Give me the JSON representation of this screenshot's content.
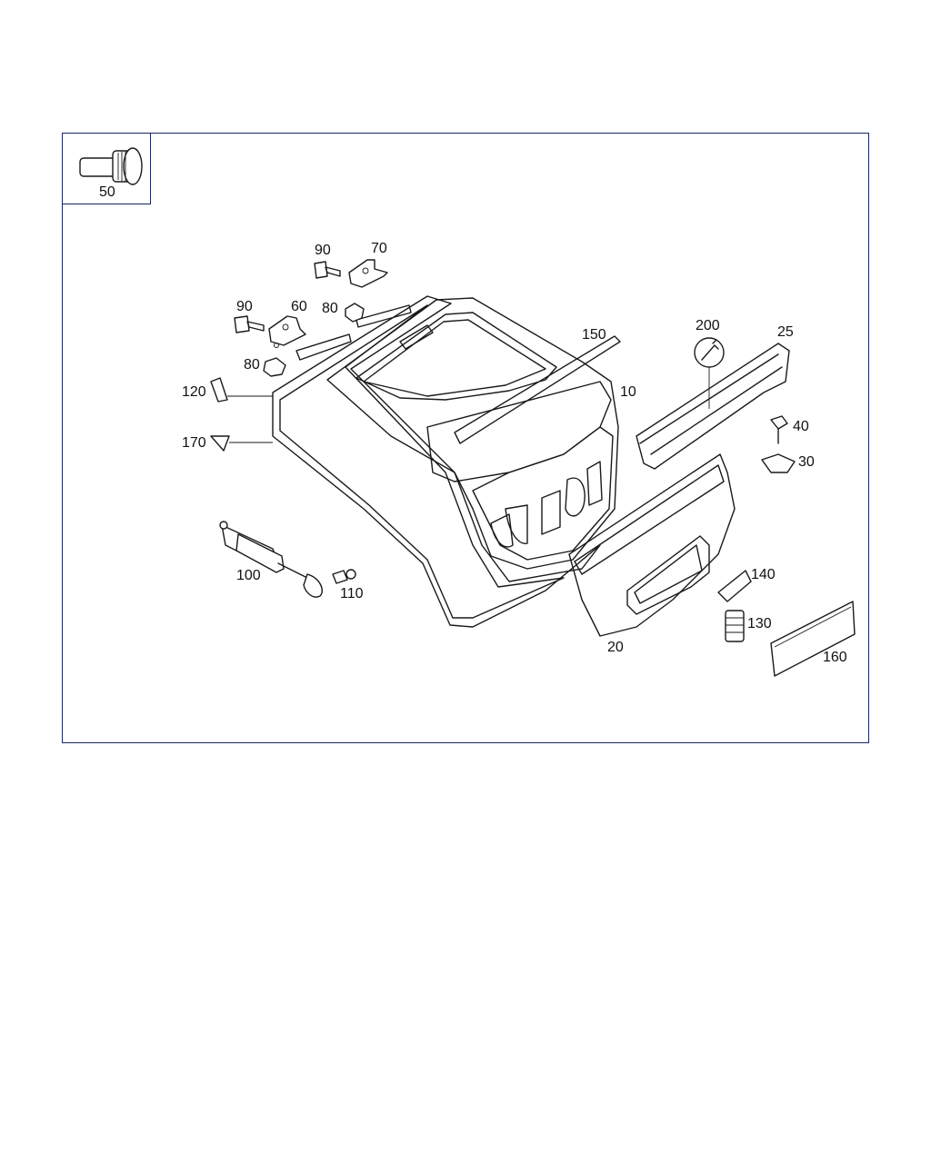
{
  "diagram": {
    "inset_label": "50",
    "callouts": [
      {
        "id": "10",
        "text": "10"
      },
      {
        "id": "20",
        "text": "20"
      },
      {
        "id": "25",
        "text": "25"
      },
      {
        "id": "30",
        "text": "30"
      },
      {
        "id": "40",
        "text": "40"
      },
      {
        "id": "60",
        "text": "60"
      },
      {
        "id": "70",
        "text": "70"
      },
      {
        "id": "80a",
        "text": "80"
      },
      {
        "id": "80b",
        "text": "80"
      },
      {
        "id": "90a",
        "text": "90"
      },
      {
        "id": "90b",
        "text": "90"
      },
      {
        "id": "100",
        "text": "100"
      },
      {
        "id": "110",
        "text": "110"
      },
      {
        "id": "120",
        "text": "120"
      },
      {
        "id": "130",
        "text": "130"
      },
      {
        "id": "140",
        "text": "140"
      },
      {
        "id": "150",
        "text": "150"
      },
      {
        "id": "160",
        "text": "160"
      },
      {
        "id": "170",
        "text": "170"
      },
      {
        "id": "200",
        "text": "200"
      }
    ]
  }
}
